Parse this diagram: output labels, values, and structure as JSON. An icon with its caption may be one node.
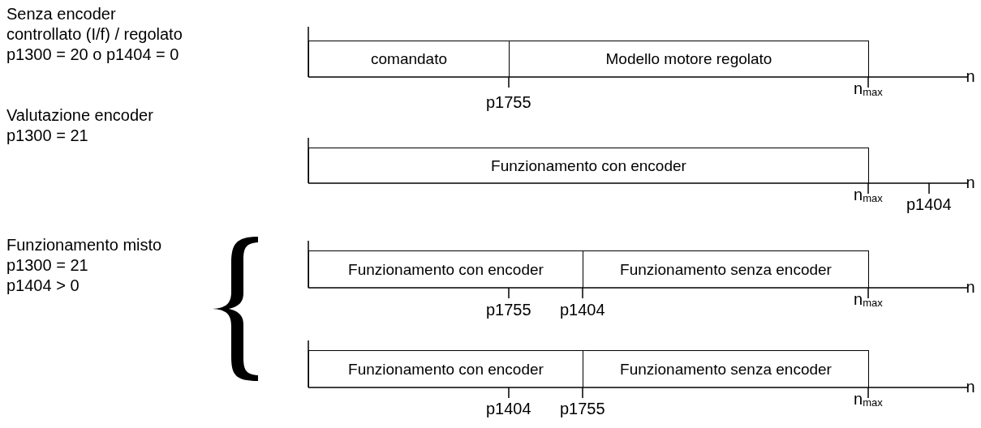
{
  "diagram": {
    "nodes": [
      {
        "text": [
          "comandato"
        ]
      },
      {
        "text": [
          "Modello motore regolato"
        ]
      },
      {
        "text": [
          "Funzionamento con encoder"
        ]
      },
      {
        "text": [
          "Funzionamento con encoder"
        ]
      },
      {
        "text": [
          "Funzionamento senza encoder"
        ]
      },
      {
        "text": [
          "Funzionamento con encoder"
        ]
      },
      {
        "text": [
          "Funzionamento senza encoder"
        ]
      }
    ],
    "labels": [
      "Senza encoder",
      "controllato (I/f) / regolato",
      "p1300 = 20 o p1404 = 0",
      "p1755",
      "n$_{max}$",
      "n",
      "Valutazione encoder",
      "p1300 = 21",
      "n$_{max}$",
      "p1404",
      "n",
      "Funzionamento misto",
      "p1300 = 21",
      "p1404 > 0",
      "p1755",
      "p1404",
      "n$_{max}$",
      "n",
      "p1404",
      "p1755",
      "n$_{max}$",
      "n"
    ]
  }
}
